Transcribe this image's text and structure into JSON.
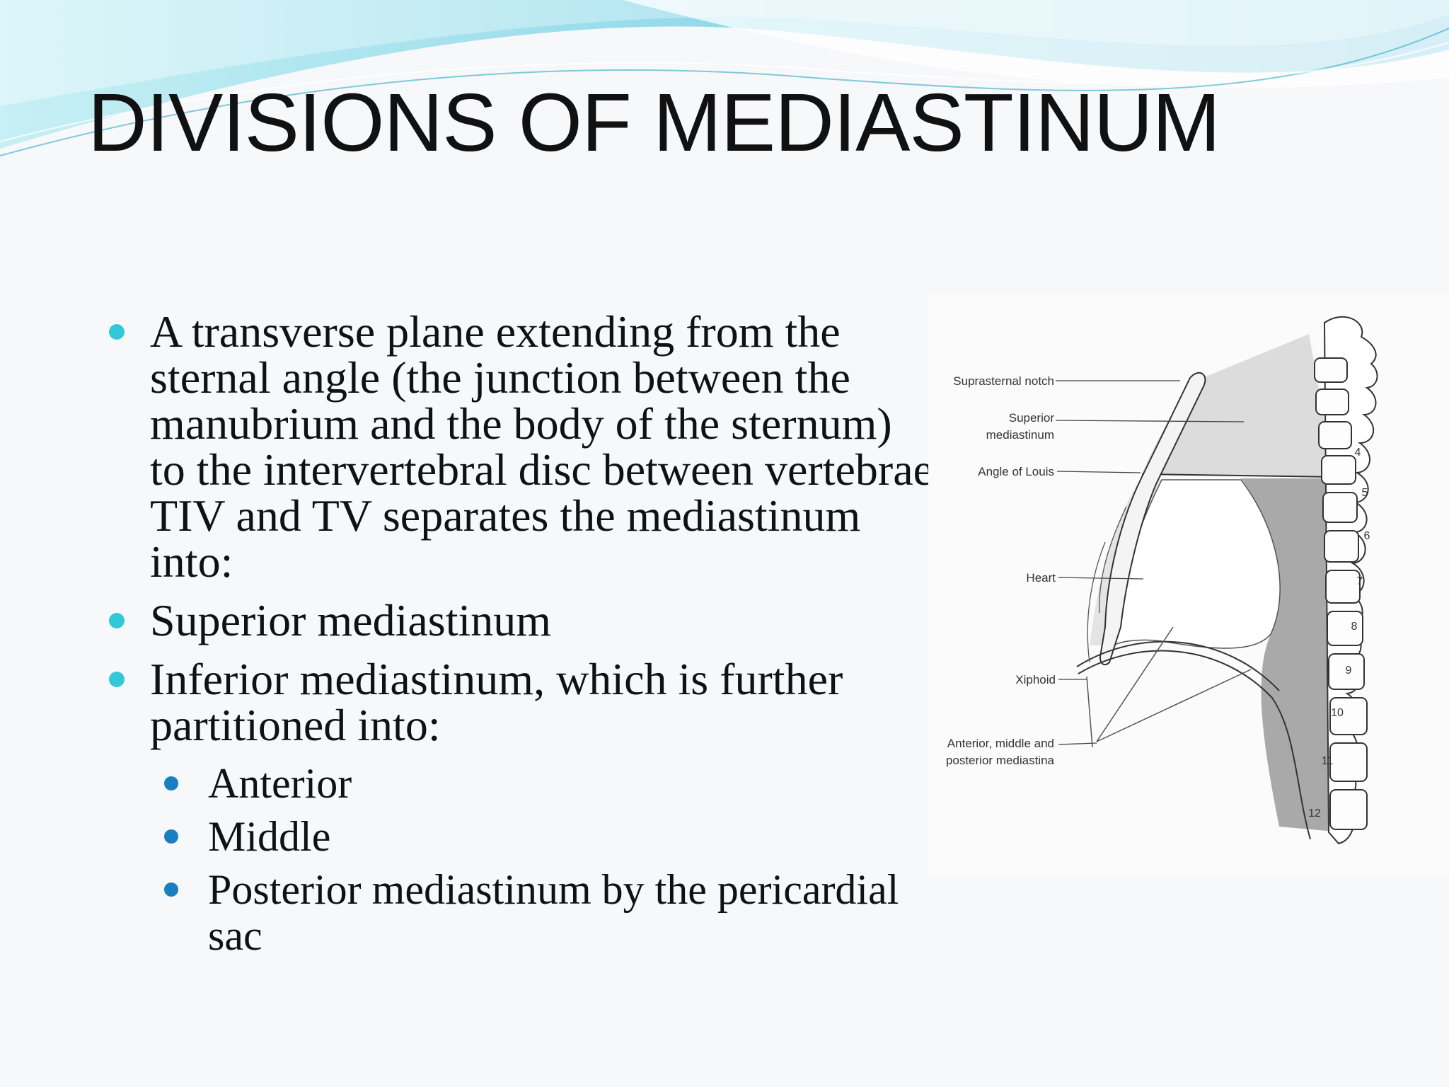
{
  "slide": {
    "title": "DIVISIONS OF MEDIASTINUM",
    "bullets": [
      {
        "level": 1,
        "text": "A transverse plane extending from the sternal angle (the junction between the manubrium and the body of the sternum) to the intervertebral disc between vertebrae TIV and TV separates the mediastinum into:"
      },
      {
        "level": 1,
        "text": "Superior mediastinum"
      },
      {
        "level": 1,
        "text": "Inferior mediastinum, which is further partitioned into:"
      },
      {
        "level": 2,
        "text": "Anterior"
      },
      {
        "level": 2,
        "text": "Middle"
      },
      {
        "level": 2,
        "text": "Posterior mediastinum by the pericardial sac"
      }
    ]
  },
  "figure": {
    "labels": {
      "suprasternal_notch": "Suprasternal notch",
      "superior_mediastinum_1": "Superior",
      "superior_mediastinum_2": "mediastinum",
      "angle_of_louis": "Angle of Louis",
      "heart": "Heart",
      "xiphoid": "Xiphoid",
      "inferior_1": "Anterior, middle and",
      "inferior_2": "posterior mediastina"
    },
    "vertebra_numbers": [
      "4",
      "5",
      "6",
      "7",
      "8",
      "9",
      "10",
      "11",
      "12"
    ]
  },
  "colors": {
    "bullet_level1": "#33c8d8",
    "bullet_level2": "#1a7fc0",
    "superior_region": "#dcdcdc",
    "posterior_region": "#a9a9a9",
    "wave_light": "#a8e6f0",
    "wave_dark": "#4fc3d8"
  }
}
